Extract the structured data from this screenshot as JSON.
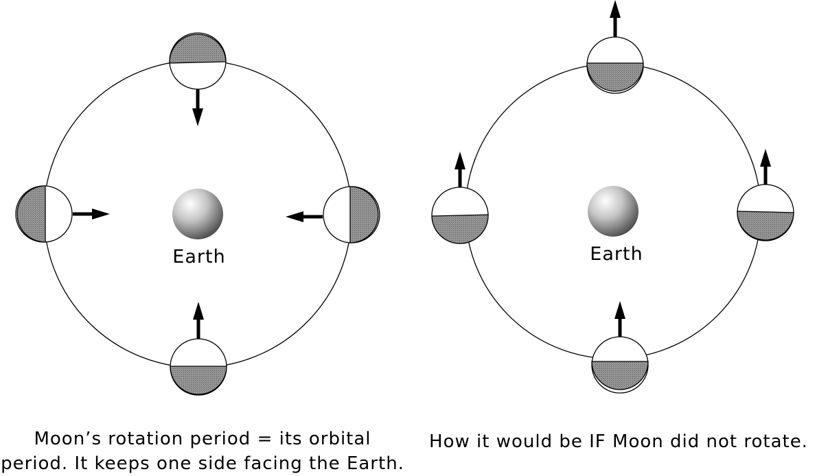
{
  "panels": [
    {
      "earth_label": "Earth",
      "caption_line1": "Moon’s rotation period = its orbital",
      "caption_line2": "period. It keeps one side facing the Earth."
    },
    {
      "earth_label": "Earth",
      "caption": "How it would be IF Moon did not rotate."
    }
  ],
  "colors": {
    "shaded_side": "#8a8a8a",
    "lit_side": "#ffffff",
    "outline": "#000000"
  }
}
